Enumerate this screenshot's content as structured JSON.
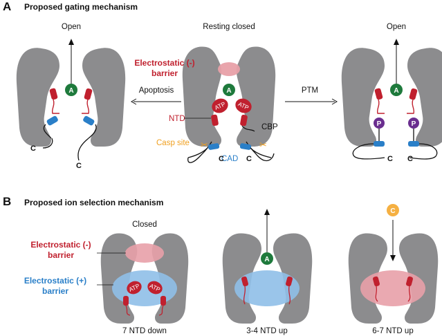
{
  "panel_a": {
    "letter": "A",
    "title": "Proposed gating mechanism",
    "left_state": "Open",
    "center_state": "Resting closed",
    "right_state": "Open",
    "electrostatic_neg": "Electrostatic (-)",
    "barrier": "barrier",
    "apoptosis": "Apoptosis",
    "ptm": "PTM",
    "ntd": "NTD",
    "cbp": "CBP",
    "casp_site": "Casp site",
    "cad": "CAD",
    "atp": "ATP",
    "a": "A",
    "p": "P",
    "c": "C"
  },
  "panel_b": {
    "letter": "B",
    "title": "Proposed ion selection mechanism",
    "closed": "Closed",
    "electrostatic_neg": "Electrostatic (-)",
    "electrostatic_pos": "Electrostatic (+)",
    "barrier": "barrier",
    "label1": "7 NTD down",
    "label2": "3-4 NTD up",
    "label3": "6-7 NTD up",
    "atp": "ATP",
    "a": "A",
    "c": "C"
  },
  "colors": {
    "channel": "#8c8c8e",
    "red": "#c0202e",
    "blue": "#2a7fc8",
    "green": "#1e7a3c",
    "purple": "#6a2e8f",
    "orange": "#f0a020",
    "pink_barrier": "#e8a0a8",
    "blue_barrier": "#8fbfe8"
  }
}
